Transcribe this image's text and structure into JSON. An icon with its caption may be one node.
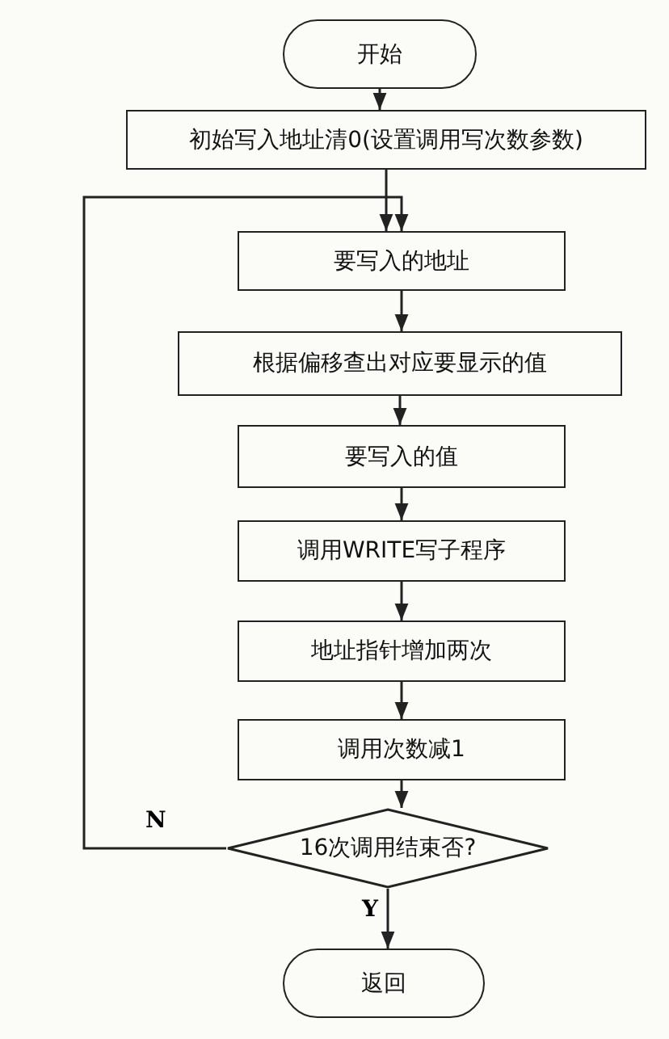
{
  "diagram": {
    "nodes": [
      {
        "text": [
          "开始"
        ]
      },
      {
        "text": [
          "初始写入地址清0(设置调用写次数参数)"
        ]
      },
      {
        "text": [
          "要写入的地址"
        ]
      },
      {
        "text": [
          "根据偏移查出对应要显示的值"
        ]
      },
      {
        "text": [
          "要写入的值"
        ]
      },
      {
        "text": [
          "调用WRITE写子程序"
        ]
      },
      {
        "text": [
          "地址指针增加两次"
        ]
      },
      {
        "text": [
          "调用次数减1"
        ]
      },
      {
        "text": [
          "16次调用结束否?"
        ]
      },
      {
        "text": [
          "返回"
        ]
      }
    ],
    "edges": [
      {
        "from": 0,
        "to": 1,
        "arrow": "to"
      },
      {
        "from": 1,
        "to": 2,
        "arrow": "to"
      },
      {
        "from": 2,
        "to": 3,
        "arrow": "to"
      },
      {
        "from": 3,
        "to": 4,
        "arrow": "to"
      },
      {
        "from": 4,
        "to": 5,
        "arrow": "to"
      },
      {
        "from": 5,
        "to": 6,
        "arrow": "to"
      },
      {
        "from": 6,
        "to": 7,
        "arrow": "to"
      },
      {
        "from": 7,
        "to": 8,
        "arrow": "to"
      },
      {
        "from": 8,
        "to": 9,
        "arrow": "to",
        "label": "Y"
      },
      {
        "from": 8,
        "to": 2,
        "arrow": "to",
        "label": "N"
      }
    ]
  }
}
